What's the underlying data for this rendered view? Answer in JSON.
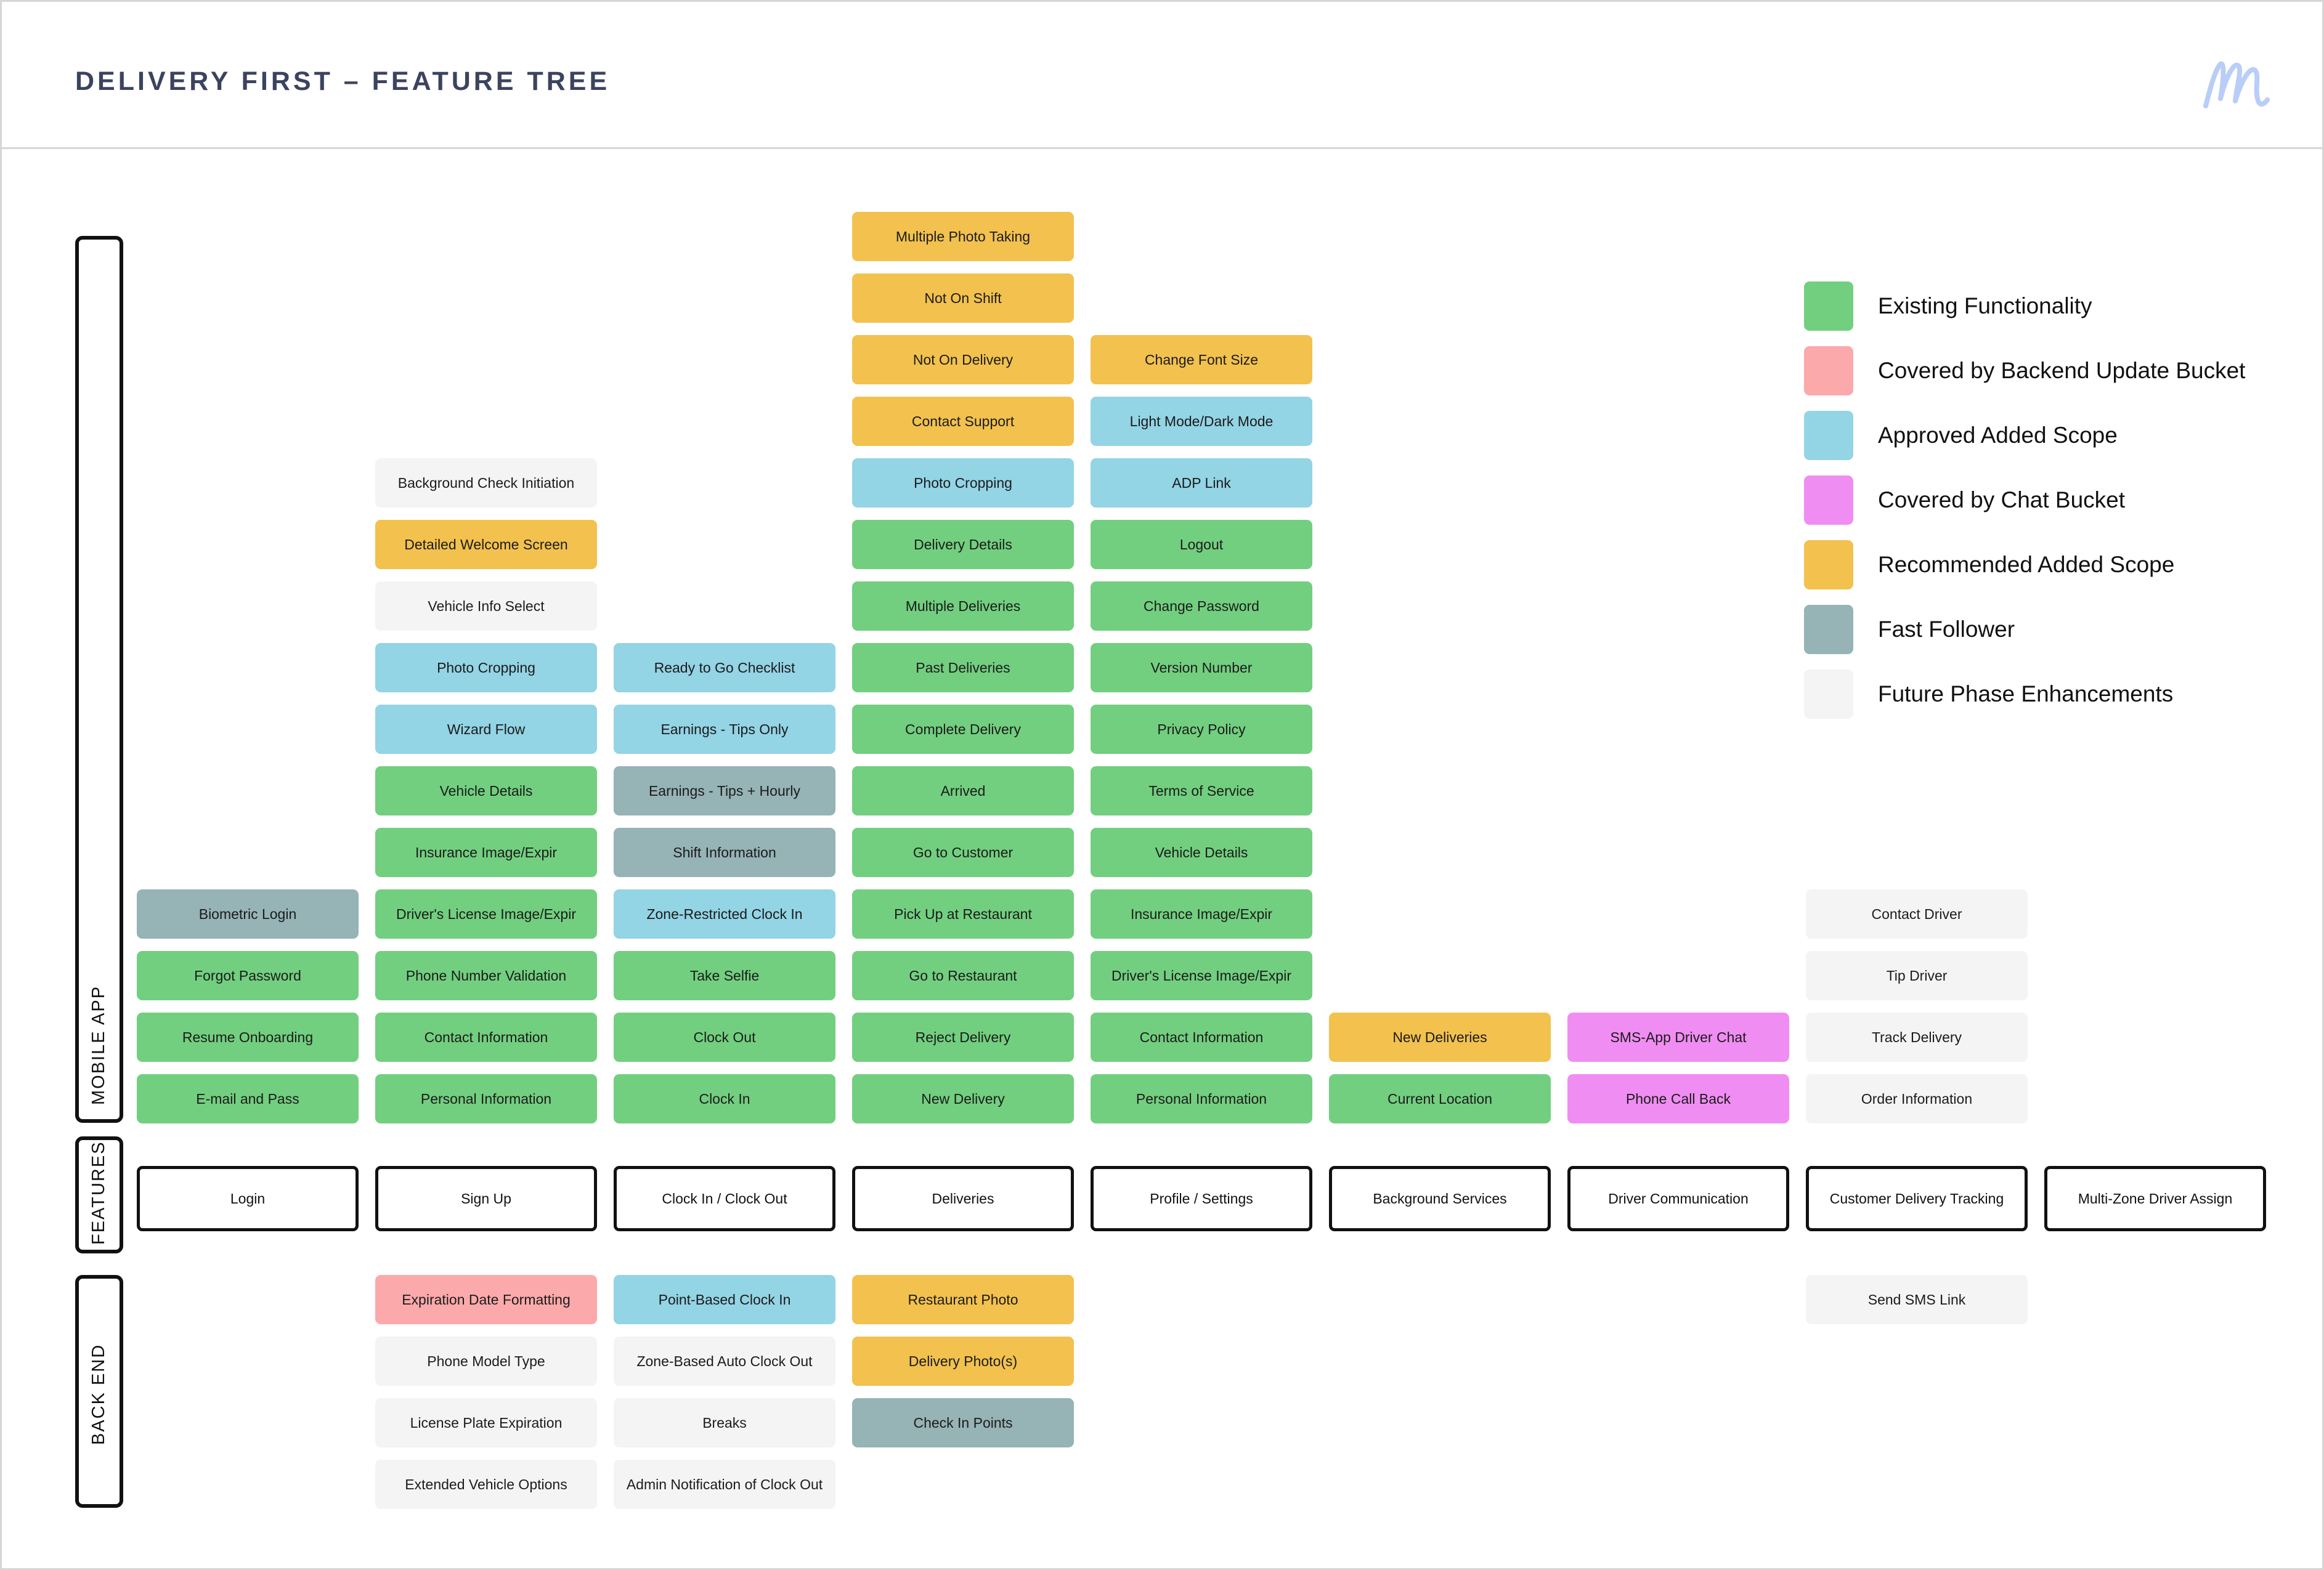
{
  "title": "DELIVERY FIRST – FEATURE TREE",
  "logo_text": "m",
  "colors": {
    "green": "#72cf7f",
    "red": "#fba9ab",
    "blue": "#93d4e5",
    "pink": "#f08df2",
    "yellow": "#f2c14e",
    "gray": "#96b3b6",
    "white": "#f4f4f4",
    "heading": "#3c435f",
    "logo": "#b9cdf8"
  },
  "side_labels": {
    "mobile_app": "MOBILE APP",
    "features": "FEATURES",
    "back_end": "BACK END"
  },
  "legend": [
    {
      "label": "Existing Functionality",
      "color": "green"
    },
    {
      "label": "Covered by Backend Update Bucket",
      "color": "red"
    },
    {
      "label": "Approved Added Scope",
      "color": "blue"
    },
    {
      "label": "Covered by Chat Bucket",
      "color": "pink"
    },
    {
      "label": "Recommended Added Scope",
      "color": "yellow"
    },
    {
      "label": "Fast Follower",
      "color": "gray"
    },
    {
      "label": "Future Phase Enhancements",
      "color": "white"
    }
  ],
  "features": [
    {
      "label": "Login"
    },
    {
      "label": "Sign Up"
    },
    {
      "label": "Clock In / Clock Out"
    },
    {
      "label": "Deliveries"
    },
    {
      "label": "Profile / Settings"
    },
    {
      "label": "Background Services"
    },
    {
      "label": "Driver Communication"
    },
    {
      "label": "Customer Delivery Tracking"
    },
    {
      "label": "Multi-Zone Driver Assign"
    }
  ],
  "mobile_columns": [
    {
      "items": [
        {
          "label": "E-mail and Pass",
          "color": "green"
        },
        {
          "label": "Resume Onboarding",
          "color": "green"
        },
        {
          "label": "Forgot Password",
          "color": "green"
        },
        {
          "label": "Biometric Login",
          "color": "gray"
        }
      ]
    },
    {
      "items": [
        {
          "label": "Personal Information",
          "color": "green"
        },
        {
          "label": "Contact Information",
          "color": "green"
        },
        {
          "label": "Phone Number Validation",
          "color": "green"
        },
        {
          "label": "Driver's License Image/Expir",
          "color": "green"
        },
        {
          "label": "Insurance Image/Expir",
          "color": "green"
        },
        {
          "label": "Vehicle Details",
          "color": "green"
        },
        {
          "label": "Wizard Flow",
          "color": "blue"
        },
        {
          "label": "Photo Cropping",
          "color": "blue"
        },
        {
          "label": "Vehicle Info Select",
          "color": "white"
        },
        {
          "label": "Detailed Welcome Screen",
          "color": "yellow"
        },
        {
          "label": "Background Check Initiation",
          "color": "white"
        }
      ]
    },
    {
      "items": [
        {
          "label": "Clock In",
          "color": "green"
        },
        {
          "label": "Clock Out",
          "color": "green"
        },
        {
          "label": "Take Selfie",
          "color": "green"
        },
        {
          "label": "Zone-Restricted Clock In",
          "color": "blue"
        },
        {
          "label": "Shift Information",
          "color": "gray"
        },
        {
          "label": "Earnings - Tips + Hourly",
          "color": "gray"
        },
        {
          "label": "Earnings - Tips Only",
          "color": "blue"
        },
        {
          "label": "Ready to Go Checklist",
          "color": "blue"
        }
      ]
    },
    {
      "items": [
        {
          "label": "New Delivery",
          "color": "green"
        },
        {
          "label": "Reject Delivery",
          "color": "green"
        },
        {
          "label": "Go to Restaurant",
          "color": "green"
        },
        {
          "label": "Pick Up at Restaurant",
          "color": "green"
        },
        {
          "label": "Go to Customer",
          "color": "green"
        },
        {
          "label": "Arrived",
          "color": "green"
        },
        {
          "label": "Complete Delivery",
          "color": "green"
        },
        {
          "label": "Past Deliveries",
          "color": "green"
        },
        {
          "label": "Multiple Deliveries",
          "color": "green"
        },
        {
          "label": "Delivery Details",
          "color": "green"
        },
        {
          "label": "Photo Cropping",
          "color": "blue"
        },
        {
          "label": "Contact Support",
          "color": "yellow"
        },
        {
          "label": "Not On Delivery",
          "color": "yellow"
        },
        {
          "label": "Not On Shift",
          "color": "yellow"
        },
        {
          "label": "Multiple Photo Taking",
          "color": "yellow"
        }
      ]
    },
    {
      "items": [
        {
          "label": "Personal Information",
          "color": "green"
        },
        {
          "label": "Contact Information",
          "color": "green"
        },
        {
          "label": "Driver's License Image/Expir",
          "color": "green"
        },
        {
          "label": "Insurance Image/Expir",
          "color": "green"
        },
        {
          "label": "Vehicle Details",
          "color": "green"
        },
        {
          "label": "Terms of Service",
          "color": "green"
        },
        {
          "label": "Privacy Policy",
          "color": "green"
        },
        {
          "label": "Version Number",
          "color": "green"
        },
        {
          "label": "Change Password",
          "color": "green"
        },
        {
          "label": "Logout",
          "color": "green"
        },
        {
          "label": "ADP Link",
          "color": "blue"
        },
        {
          "label": "Light Mode/Dark Mode",
          "color": "blue"
        },
        {
          "label": "Change Font Size",
          "color": "yellow"
        }
      ]
    },
    {
      "items": [
        {
          "label": "Current Location",
          "color": "green"
        },
        {
          "label": "New Deliveries",
          "color": "yellow"
        }
      ]
    },
    {
      "items": [
        {
          "label": "Phone Call Back",
          "color": "pink"
        },
        {
          "label": "SMS-App Driver Chat",
          "color": "pink"
        }
      ]
    },
    {
      "items": [
        {
          "label": "Order Information",
          "color": "white"
        },
        {
          "label": "Track Delivery",
          "color": "white"
        },
        {
          "label": "Tip Driver",
          "color": "white"
        },
        {
          "label": "Contact Driver",
          "color": "white"
        }
      ]
    },
    {
      "items": []
    }
  ],
  "backend_columns": [
    {
      "items": []
    },
    {
      "items": [
        {
          "label": "Expiration Date Formatting",
          "color": "red"
        },
        {
          "label": "Phone Model Type",
          "color": "white"
        },
        {
          "label": "License Plate Expiration",
          "color": "white"
        },
        {
          "label": "Extended Vehicle Options",
          "color": "white"
        }
      ]
    },
    {
      "items": [
        {
          "label": "Point-Based Clock In",
          "color": "blue"
        },
        {
          "label": "Zone-Based Auto Clock Out",
          "color": "white"
        },
        {
          "label": "Breaks",
          "color": "white"
        },
        {
          "label": "Admin Notification of Clock Out",
          "color": "white"
        }
      ]
    },
    {
      "items": [
        {
          "label": "Restaurant Photo",
          "color": "yellow"
        },
        {
          "label": "Delivery Photo(s)",
          "color": "yellow"
        },
        {
          "label": "Check In Points",
          "color": "gray"
        }
      ]
    },
    {
      "items": []
    },
    {
      "items": []
    },
    {
      "items": []
    },
    {
      "items": [
        {
          "label": "Send SMS Link",
          "color": "white"
        }
      ]
    },
    {
      "items": []
    }
  ]
}
